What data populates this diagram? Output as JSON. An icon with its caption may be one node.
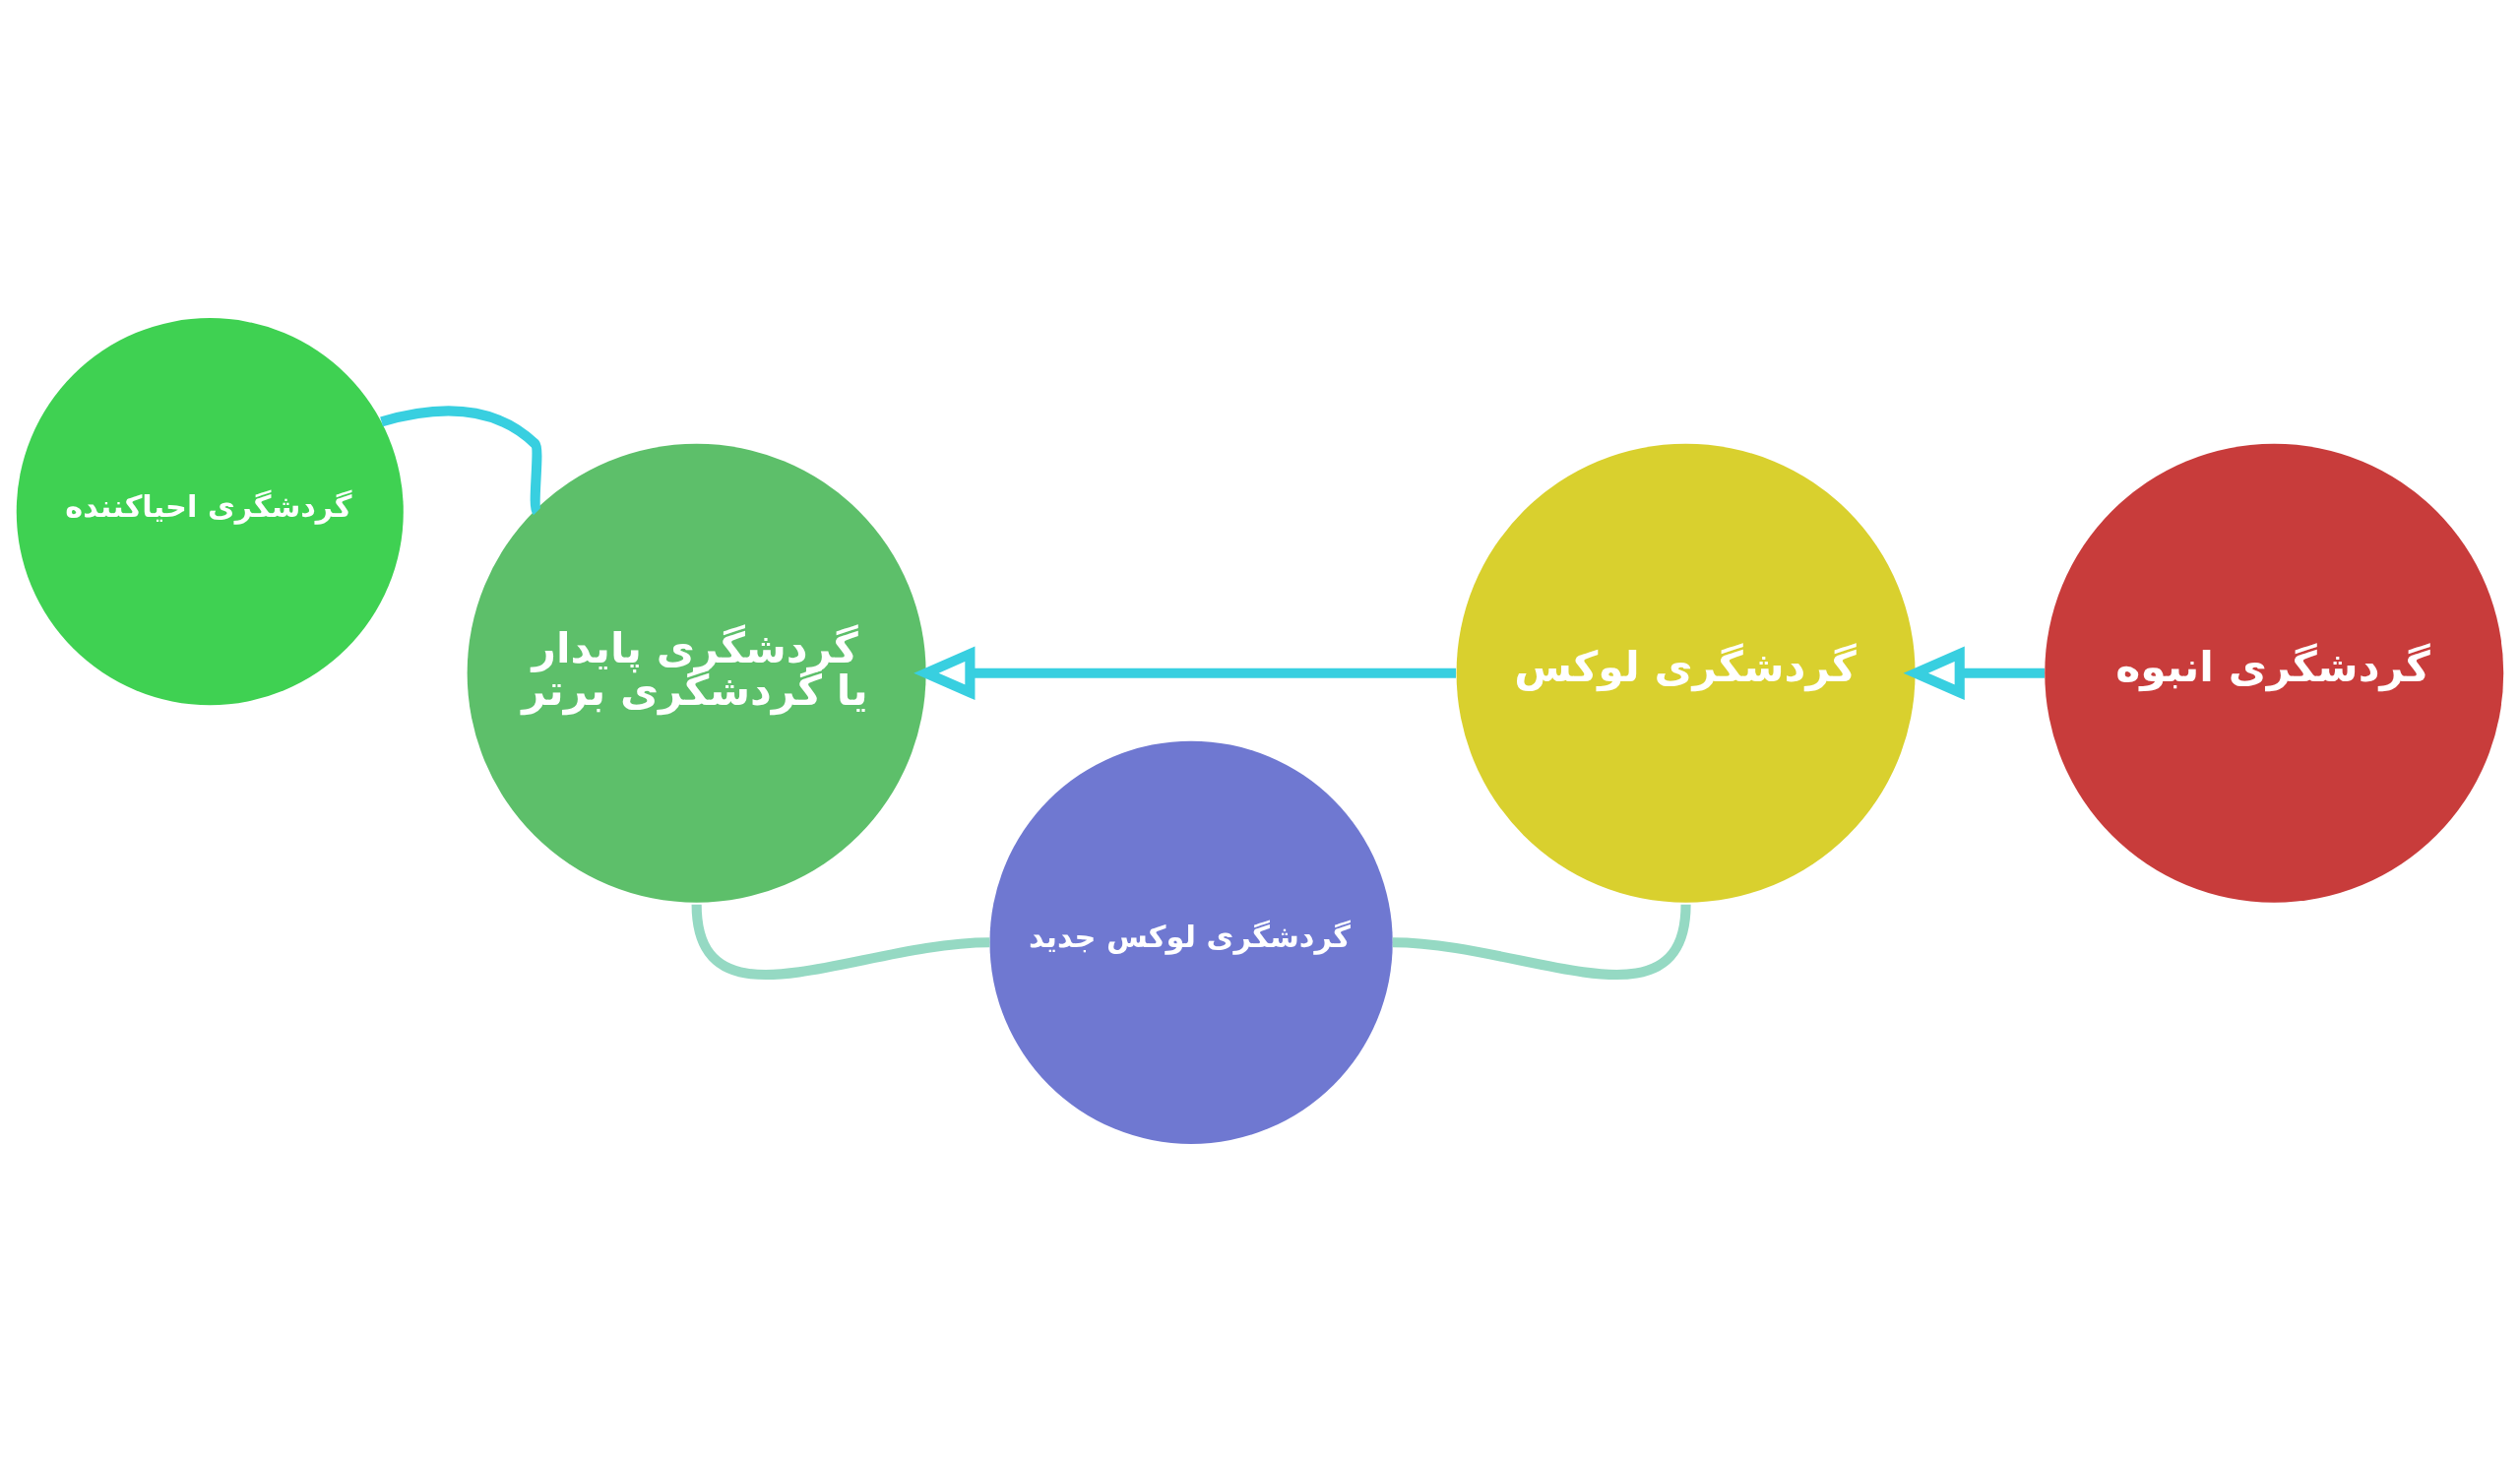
{
  "diagram": {
    "nodes": [
      {
        "text": [
          "گردشگری احیاکننده"
        ]
      },
      {
        "text": [
          "گردشگری انبوه"
        ]
      },
      {
        "text": [
          "گردشگری لوکس"
        ]
      },
      {
        "text": [
          "گردشگری پایدار یا گردشگری برتر"
        ]
      },
      {
        "text": [
          "گردشگری لوکس جدید"
        ]
      }
    ],
    "edges": [
      {
        "from": 1,
        "to": 2,
        "arrow": "to"
      },
      {
        "from": 2,
        "to": 3,
        "arrow": "to"
      },
      {
        "from": 2,
        "to": 4,
        "arrow": "none",
        "color": "#95d9c3"
      },
      {
        "from": 4,
        "to": 3,
        "arrow": "none",
        "color": "#95d9c3"
      },
      {
        "from": 3,
        "to": 0,
        "arrow": "none"
      }
    ]
  }
}
